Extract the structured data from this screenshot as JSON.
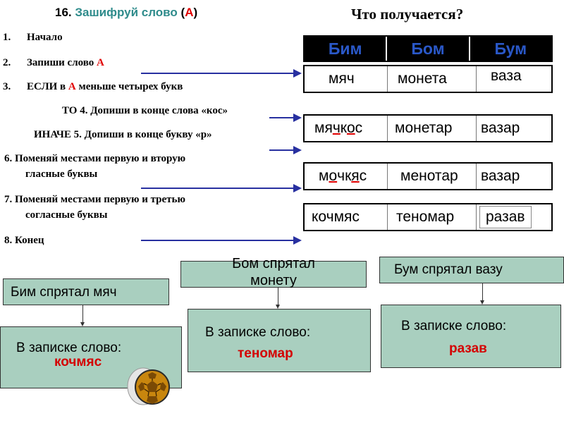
{
  "title": {
    "num": "16.",
    "text": "Зашифруй слово",
    "open": "(",
    "var": "А",
    "close": ")"
  },
  "question": "Что получается?",
  "steps": {
    "s1": {
      "num": "1.",
      "text": "Начало"
    },
    "s2": {
      "num": "2.",
      "text": "Запиши слово ",
      "var": "А"
    },
    "s3": {
      "num": "3.",
      "pre": "ЕСЛИ в ",
      "var": "А",
      "post": " меньше четырех букв"
    },
    "then": "ТО 4. Допиши в конце слова «кос»",
    "else": "ИНАЧЕ  5. Допиши в конце букву «р»",
    "s6a": "6. Поменяй местами первую и вторую",
    "s6b": "гласные буквы",
    "s7a": "7. Поменяй местами первую и третью",
    "s7b": "согласные буквы",
    "s8": "8. Конец"
  },
  "table": {
    "headers": [
      "Бим",
      "Бом",
      "Бум"
    ],
    "row1": [
      "мяч",
      "монета",
      "ваза"
    ],
    "row2": {
      "c1": {
        "a": "мя",
        "b": "ч",
        "c": "к",
        "d": "о",
        "e": "с"
      },
      "c2": "монетар",
      "c3": "вазар"
    },
    "row3": {
      "c1": {
        "a": "м",
        "b": "о",
        "c": "ч",
        "d": "к",
        "e": "я",
        "f": "с"
      },
      "c2": "менотар",
      "c3": "вазар"
    },
    "row4": [
      "кочмяс",
      "теномар",
      "разав"
    ]
  },
  "stories": {
    "bim": {
      "hid": "Бим спрятал мяч",
      "note": "В записке слово:",
      "answer": "кочмяс"
    },
    "bom": {
      "hid_1": "Бом спрятал",
      "hid_2": "монету",
      "note": "В записке слово:",
      "answer": "теномар"
    },
    "bum": {
      "hid": "Бум спрятал вазу",
      "note": "В записке слово:",
      "answer": "разав"
    }
  },
  "colors": {
    "teal": "#2e8b8b",
    "red": "#e00000",
    "header_text": "#2a58c8",
    "box": "#a9cfbf",
    "arrow": "#2830a0"
  },
  "icons": {
    "ball": "football-icon"
  }
}
